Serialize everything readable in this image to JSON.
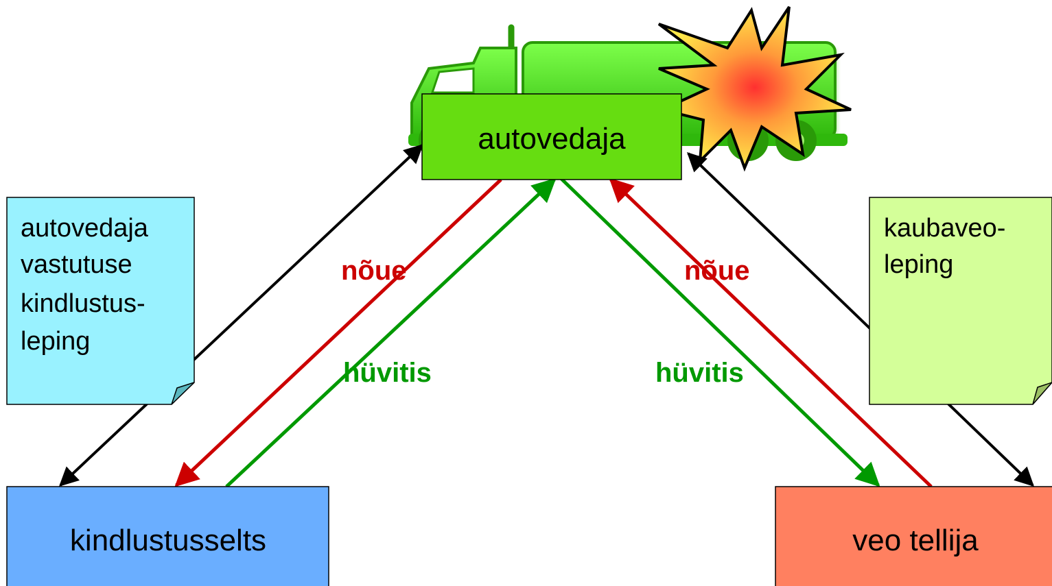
{
  "nodes": {
    "carrier": "autovedaja",
    "insurer": "kindlustusselts",
    "client": "veo tellija"
  },
  "documents": {
    "insurance_contract": [
      "autovedaja",
      "vastutuse",
      "kindlustus-",
      "leping"
    ],
    "transport_contract": [
      "kaubaveo-",
      "leping"
    ]
  },
  "flows": {
    "claim_left": "nõue",
    "claim_right": "nõue",
    "compensation_left": "hüvitis",
    "compensation_right": "hüvitis"
  },
  "colors": {
    "carrier_box": "#66dd11",
    "insurer_box": "#6aaeff",
    "client_box": "#ff8060",
    "insurance_doc": "#99f2ff",
    "transport_doc": "#d4ff99",
    "claim_arrow": "#cc0000",
    "compensation_arrow": "#009900",
    "contract_arrow": "#000000"
  },
  "icons": [
    "truck-icon",
    "explosion-icon"
  ]
}
